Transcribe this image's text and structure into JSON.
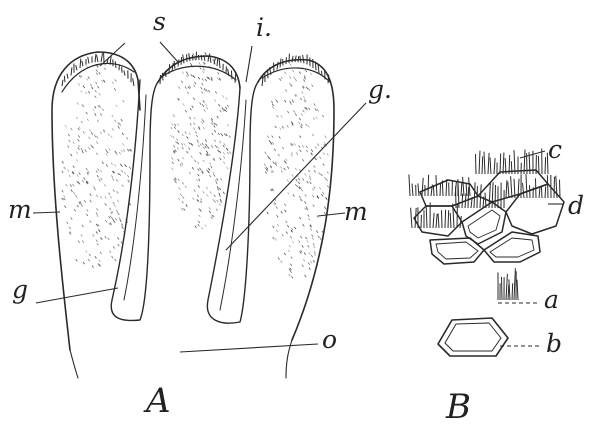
{
  "panels": [
    {
      "id": "A",
      "caption": "A"
    },
    {
      "id": "B",
      "caption": "B"
    }
  ],
  "labels_A": {
    "s": "s",
    "i": "i.",
    "g_upper": "g.",
    "g_lower": "g",
    "m_left": "m",
    "m_right": "m",
    "o": "o"
  },
  "labels_B": {
    "c": "c",
    "d": "d",
    "a": "a",
    "b": "b"
  },
  "style": {
    "ink_color": "#2a2a2a",
    "background": "#ffffff"
  }
}
